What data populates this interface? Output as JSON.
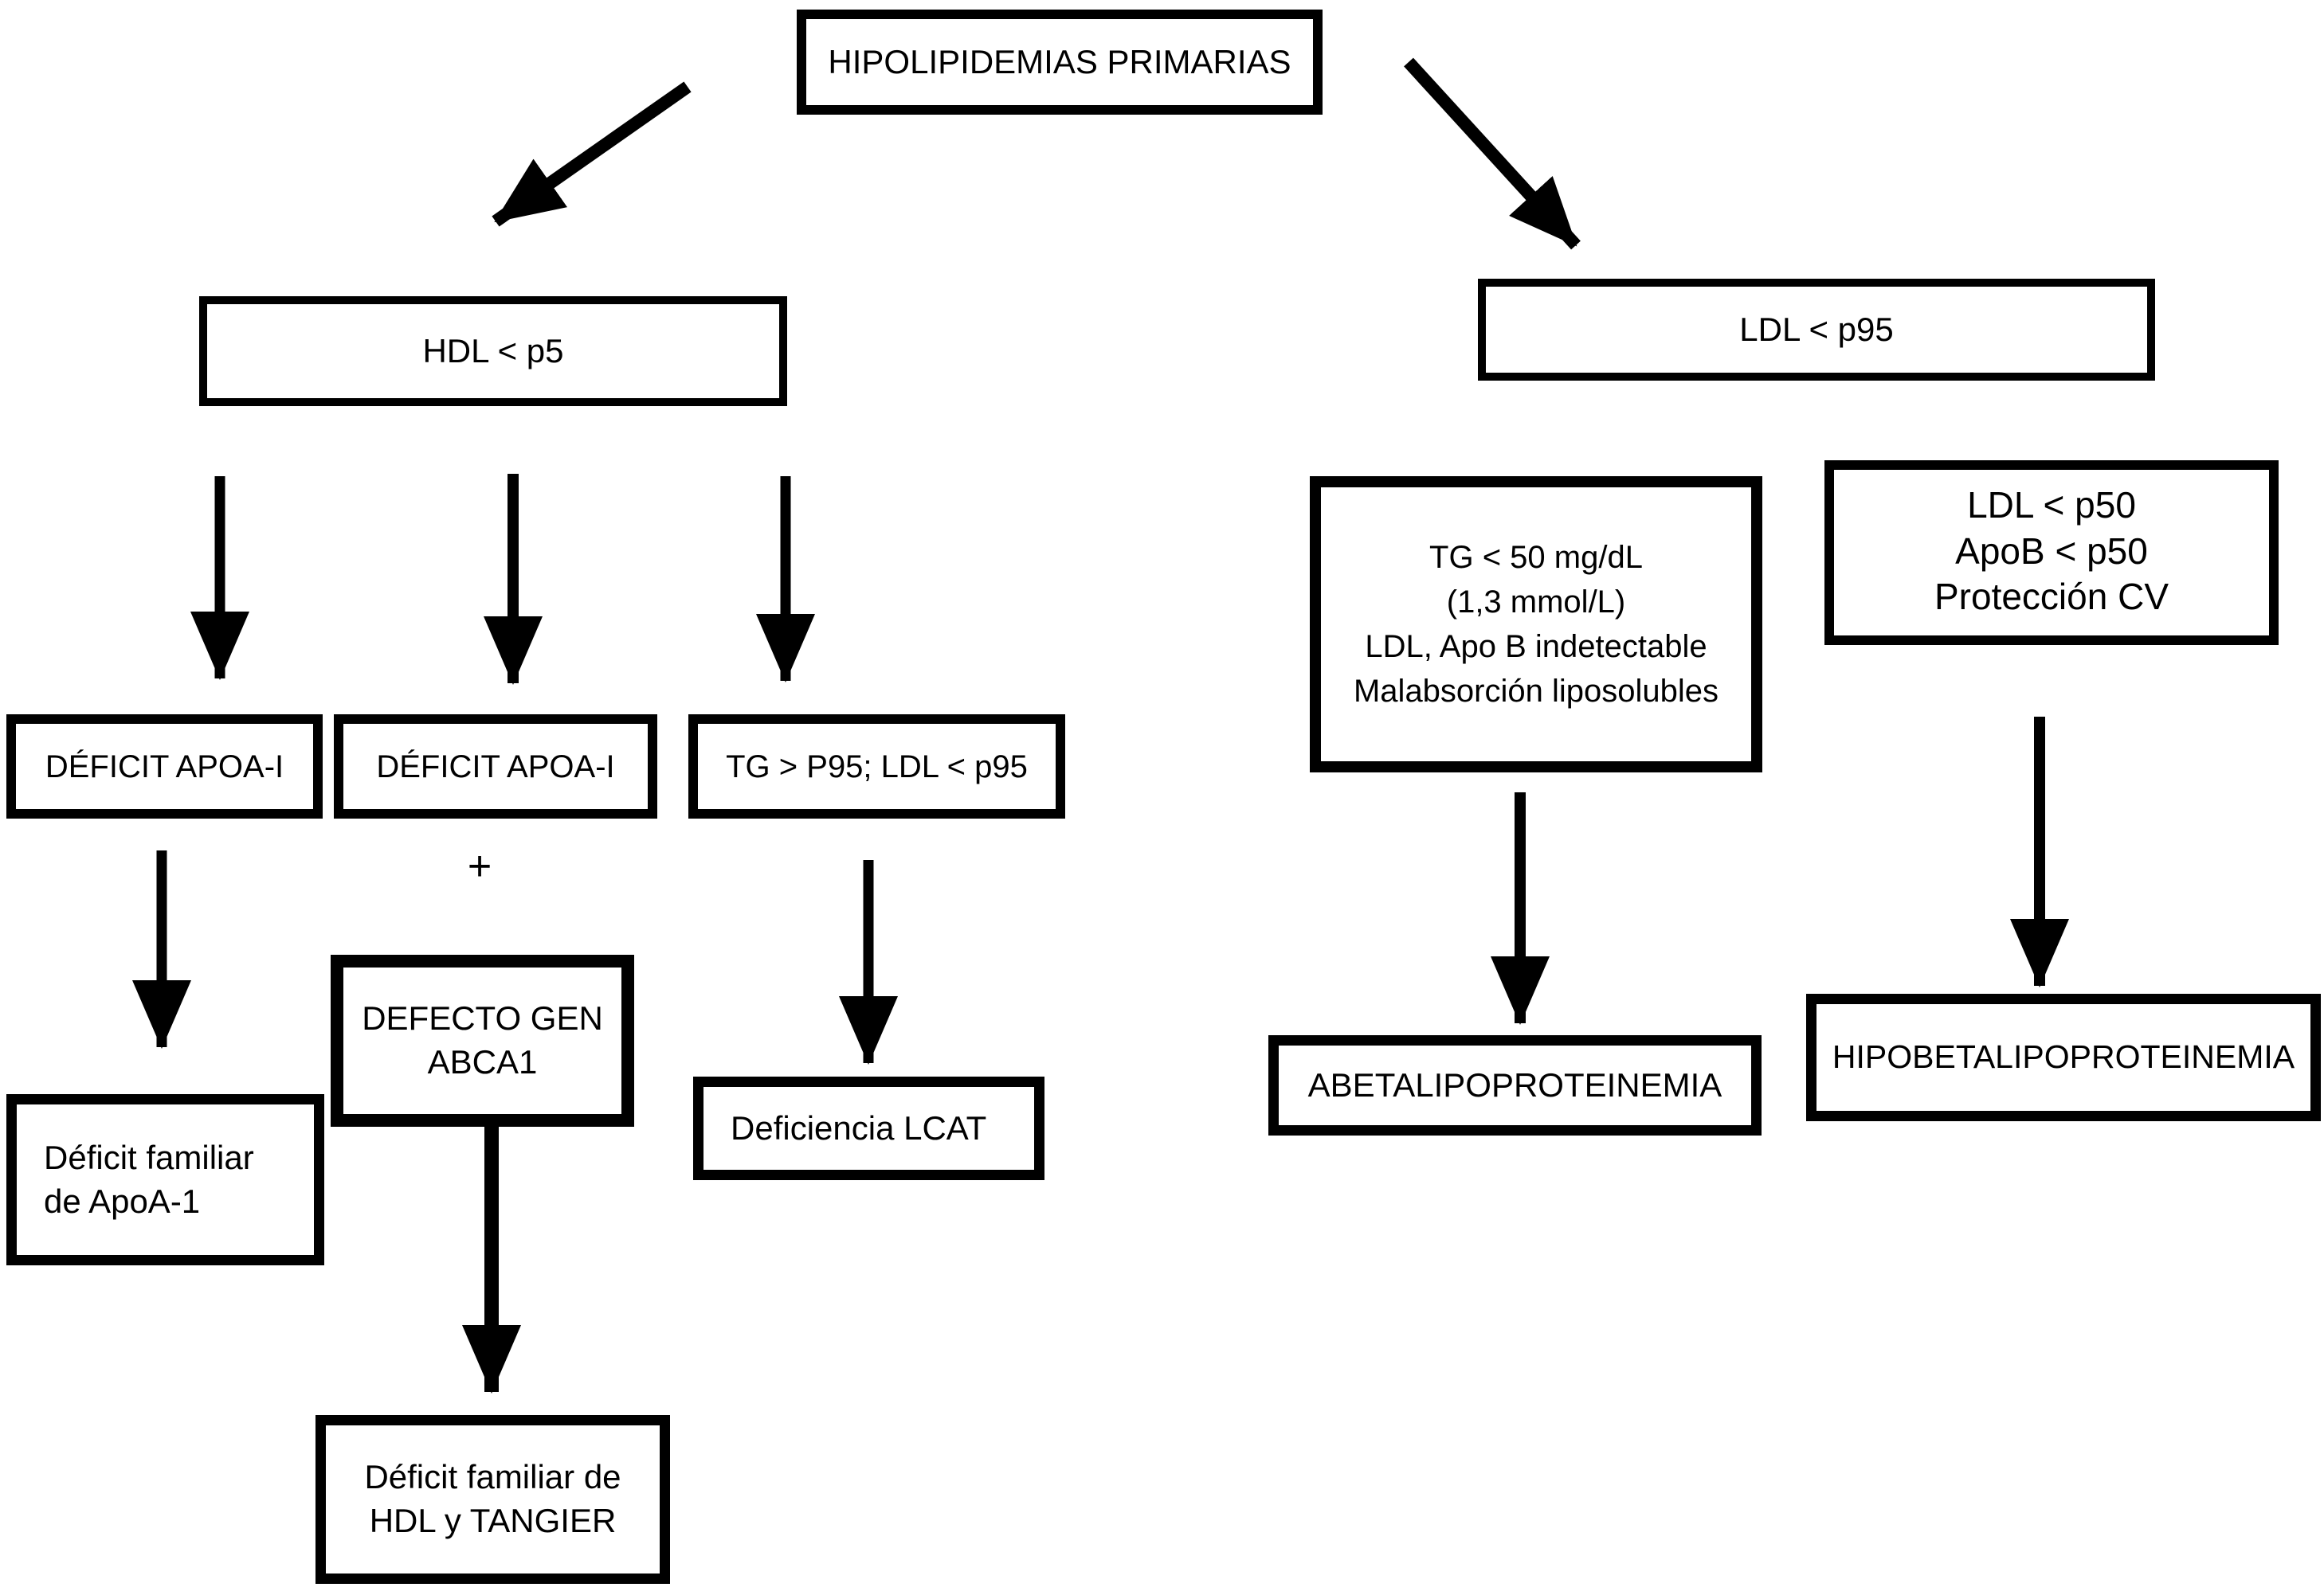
{
  "title": "HIPOLIPIDEMIAS PRIMARIAS",
  "colors": {
    "ink": "#000000",
    "background": "#ffffff"
  },
  "nodes": {
    "root": {
      "label": "HIPOLIPIDEMIAS PRIMARIAS"
    },
    "hdl_p5": {
      "label": "HDL < p5"
    },
    "ldl_p95": {
      "label": "LDL < p95"
    },
    "deficit_apoa1_left": {
      "label": "DÉFICIT APOA-I"
    },
    "deficit_apoa1_center": {
      "label": "DÉFICIT APOA-I"
    },
    "tg_gt_p95": {
      "label": "TG > P95; LDL < p95"
    },
    "defecto_gen_abca1": {
      "label": "DEFECTO GEN\nABCA1"
    },
    "deficit_familiar_apoa1": {
      "label": "Déficit familiar\nde ApoA-1"
    },
    "deficiencia_lcat": {
      "label": "Deficiencia LCAT"
    },
    "deficit_familiar_hdl_tangier": {
      "label": "Déficit familiar de\nHDL y TANGIER"
    },
    "tg_lt_50": {
      "label": "TG < 50 mg/dL\n(1,3 mmol/L)\nLDL, Apo B indetectable\nMalabsorción liposolubles"
    },
    "ldl_p50": {
      "label": "LDL < p50\nApoB < p50\nProtección CV"
    },
    "abetalipoproteinemia": {
      "label": "ABETALIPOPROTEINEMIA"
    },
    "hipobetalipoproteinemia": {
      "label": "HIPOBETALIPOPROTEINEMIA"
    }
  },
  "operators": {
    "plus": "+"
  }
}
